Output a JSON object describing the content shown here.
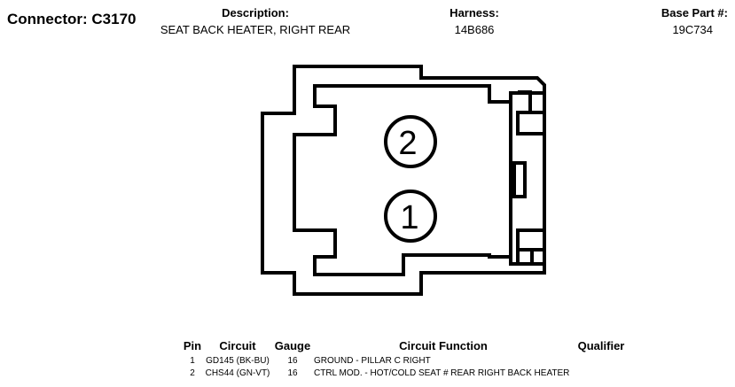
{
  "connector": {
    "title": "Connector: C3170"
  },
  "header": {
    "description_label": "Description:",
    "description_value": "SEAT BACK HEATER, RIGHT REAR",
    "harness_label": "Harness:",
    "harness_value": "14B686",
    "base_part_label": "Base Part #:",
    "base_part_value": "19C734"
  },
  "diagram": {
    "pin_labels": [
      "2",
      "1"
    ]
  },
  "pin_table": {
    "headers": {
      "pin": "Pin",
      "circuit": "Circuit",
      "gauge": "Gauge",
      "function": "Circuit Function",
      "qualifier": "Qualifier"
    },
    "rows": [
      {
        "pin": "1",
        "circuit": "GD145 (BK-BU)",
        "gauge": "16",
        "function": "GROUND - PILLAR C RIGHT",
        "qualifier": ""
      },
      {
        "pin": "2",
        "circuit": "CHS44 (GN-VT)",
        "gauge": "16",
        "function": "CTRL MOD. - HOT/COLD SEAT # REAR RIGHT BACK HEATER",
        "qualifier": ""
      }
    ]
  }
}
